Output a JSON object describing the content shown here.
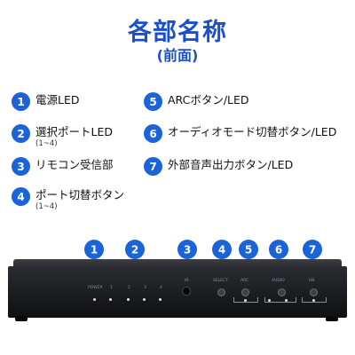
{
  "title": "各部名称",
  "subtitle": "(前面)",
  "colors": {
    "accent": "#1a4fd0",
    "badge": "#1a63d8",
    "device_body": "#1b1c1f"
  },
  "legend": [
    {
      "num": "1",
      "label": "電源LED",
      "sub": ""
    },
    {
      "num": "2",
      "label": "選択ポートLED",
      "sub": "(1~4)"
    },
    {
      "num": "3",
      "label": "リモコン受信部",
      "sub": ""
    },
    {
      "num": "4",
      "label": "ポート切替ボタン",
      "sub": "(1~4)"
    },
    {
      "num": "5",
      "label": "ARCボタン/LED",
      "sub": ""
    },
    {
      "num": "6",
      "label": "オーディオモード切替ボタン/LED",
      "sub": ""
    },
    {
      "num": "7",
      "label": "外部音声出力ボタン/LED",
      "sub": ""
    }
  ],
  "callout_numbers": [
    "1",
    "2",
    "3",
    "4",
    "5",
    "6",
    "7"
  ],
  "device_panel": {
    "power_label": "POWER",
    "port_numbers": [
      "1",
      "2",
      "3",
      "4"
    ],
    "ir_label": "IR",
    "select_label": "SELECT",
    "arc_label": "ARC",
    "audio_label": "AUDIO",
    "switch_label": "HB"
  }
}
